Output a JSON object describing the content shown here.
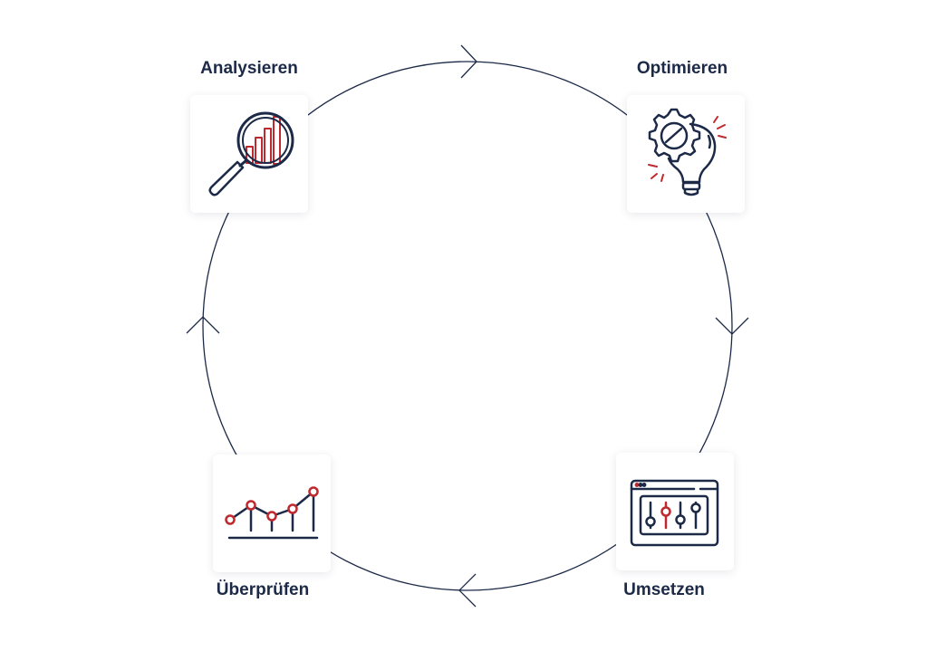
{
  "colors": {
    "navy": "#1c2a48",
    "red": "#c0282d"
  },
  "steps": [
    {
      "label": "Analysieren",
      "icon": "magnifier-chart-icon"
    },
    {
      "label": "Optimieren",
      "icon": "gear-lightbulb-icon"
    },
    {
      "label": "Umsetzen",
      "icon": "window-sliders-icon"
    },
    {
      "label": "Überprüfen",
      "icon": "line-chart-icon"
    }
  ]
}
